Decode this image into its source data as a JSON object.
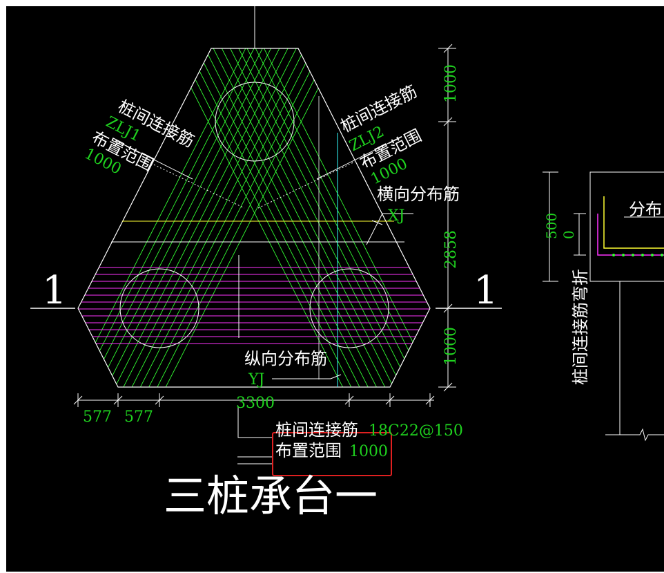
{
  "drawing": {
    "title": "三桩承台一",
    "colors": {
      "outline": "#ffffff",
      "rebar_green": "#33ff33",
      "rebar_magenta": "#ff33ff",
      "dimension_text": "#1fd21f",
      "highlight_box": "#e02020",
      "yellow_line": "#ffff33",
      "cyan_line": "#33ffff"
    },
    "section_marks": {
      "left": "1",
      "right": "1"
    },
    "labels": {
      "zlj1": {
        "name": "桩间连接筋",
        "code": "ZLJ1",
        "range_label": "布置范围",
        "range_value": "1000"
      },
      "zlj2": {
        "name": "桩间连接筋",
        "code": "ZLJ2",
        "range_label": "布置范围",
        "range_value": "1000"
      },
      "xj": {
        "name": "横向分布筋",
        "code": "XJ"
      },
      "yj": {
        "name": "纵向分布筋",
        "code": "YJ"
      }
    },
    "dimensions": {
      "right": [
        "1000",
        "2858",
        "1000"
      ],
      "bottom_total": "3300",
      "bottom_left": [
        "577",
        "577"
      ],
      "detail_left": [
        "500",
        "0"
      ]
    },
    "note": {
      "label": "桩间连接筋",
      "spec": "18C22@150",
      "range_label": "布置范围",
      "range_value": "1000"
    },
    "detail": {
      "label": "分布",
      "vertical_label": "桩间连接筋弯折"
    }
  }
}
